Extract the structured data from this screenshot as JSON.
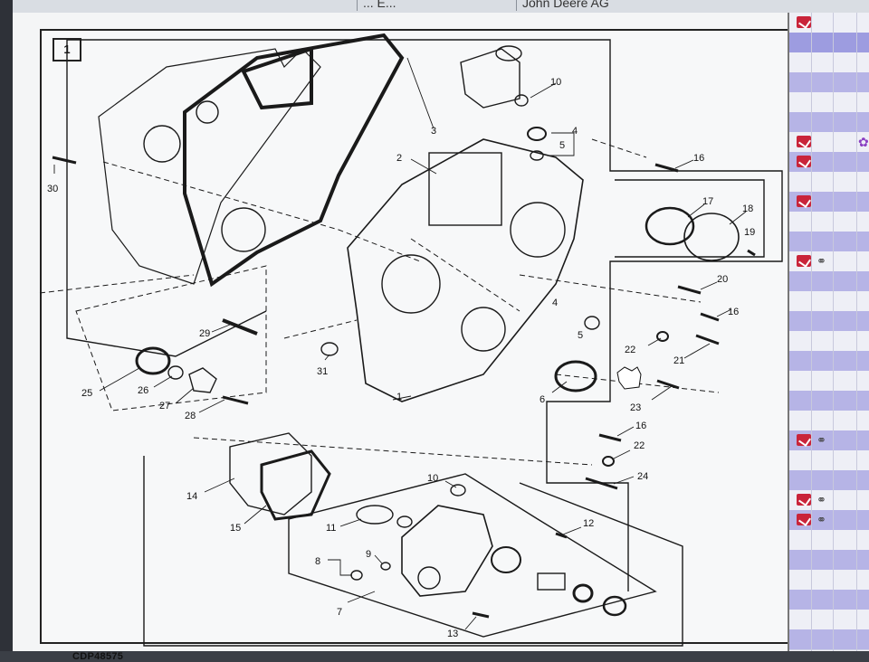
{
  "browser": {
    "tabs": [
      "... E...",
      "John Deere AG"
    ]
  },
  "diagram": {
    "figure_number": "1",
    "figure_id": "CDP48575",
    "callouts": [
      "1",
      "2",
      "3",
      "4",
      "5",
      "6",
      "7",
      "8",
      "9",
      "10",
      "11",
      "12",
      "13",
      "14",
      "15",
      "16",
      "17",
      "18",
      "19",
      "20",
      "21",
      "22",
      "23",
      "24",
      "25",
      "26",
      "27",
      "28",
      "29",
      "30",
      "31"
    ]
  },
  "sidebar": {
    "rows": [
      {
        "note": true,
        "link": false,
        "flower": false
      },
      {
        "note": false,
        "link": false,
        "flower": false
      },
      {
        "note": false,
        "link": false,
        "flower": false
      },
      {
        "note": false,
        "link": false,
        "flower": false
      },
      {
        "note": false,
        "link": false,
        "flower": false
      },
      {
        "note": false,
        "link": false,
        "flower": false
      },
      {
        "note": true,
        "link": false,
        "flower": true
      },
      {
        "note": true,
        "link": false,
        "flower": false
      },
      {
        "note": false,
        "link": false,
        "flower": false
      },
      {
        "note": true,
        "link": false,
        "flower": false
      },
      {
        "note": false,
        "link": false,
        "flower": false
      },
      {
        "note": false,
        "link": false,
        "flower": false
      },
      {
        "note": true,
        "link": true,
        "flower": false
      },
      {
        "note": false,
        "link": false,
        "flower": false
      },
      {
        "note": false,
        "link": false,
        "flower": false
      },
      {
        "note": false,
        "link": false,
        "flower": false
      },
      {
        "note": false,
        "link": false,
        "flower": false
      },
      {
        "note": false,
        "link": false,
        "flower": false
      },
      {
        "note": false,
        "link": false,
        "flower": false
      },
      {
        "note": false,
        "link": false,
        "flower": false
      },
      {
        "note": false,
        "link": false,
        "flower": false
      },
      {
        "note": true,
        "link": true,
        "flower": false
      },
      {
        "note": false,
        "link": false,
        "flower": false
      },
      {
        "note": false,
        "link": false,
        "flower": false
      },
      {
        "note": true,
        "link": true,
        "flower": false
      },
      {
        "note": true,
        "link": true,
        "flower": false
      },
      {
        "note": false,
        "link": false,
        "flower": false
      },
      {
        "note": false,
        "link": false,
        "flower": false
      },
      {
        "note": false,
        "link": false,
        "flower": false
      },
      {
        "note": false,
        "link": false,
        "flower": false
      },
      {
        "note": false,
        "link": false,
        "flower": false
      },
      {
        "note": false,
        "link": false,
        "flower": false
      }
    ]
  },
  "colors": {
    "frame_bg": "#f7f8f9",
    "row_shaded": "#b6b4e6",
    "note_red": "#c9243a"
  }
}
